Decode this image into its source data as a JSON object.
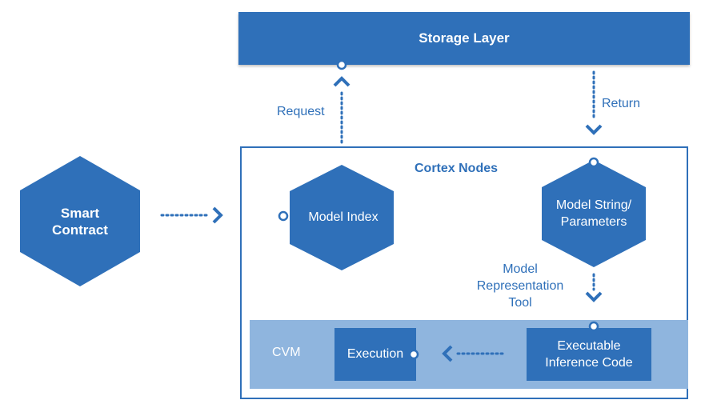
{
  "storage_layer": {
    "label": "Storage Layer"
  },
  "request": {
    "label": "Request"
  },
  "return": {
    "label": "Return"
  },
  "smart_contract": {
    "line1": "Smart",
    "line2": "Contract"
  },
  "cortex_nodes": {
    "title": "Cortex Nodes"
  },
  "model_index": {
    "label": "Model Index"
  },
  "model_string": {
    "line1": "Model String/",
    "line2": "Parameters"
  },
  "model_representation_tool": {
    "line1": "Model",
    "line2": "Representation",
    "line3": "Tool"
  },
  "cvm": {
    "label": "CVM"
  },
  "execution": {
    "label": "Execution"
  },
  "executable_inference_code": {
    "line1": "Executable",
    "line2": "Inference Code"
  },
  "colors": {
    "primary": "#2f70b9",
    "cvm_band": "#8fb5de",
    "text_on_primary": "#ffffff"
  }
}
